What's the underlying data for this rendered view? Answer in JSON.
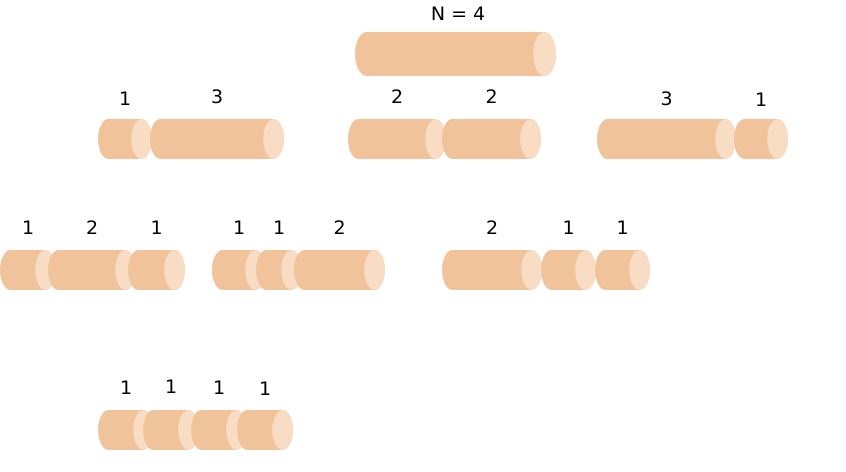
{
  "title": "N = 4",
  "colors": {
    "body": "#f0c39a",
    "cap": "#f8dcc3"
  },
  "partitions": [
    {
      "parts": [
        "4"
      ]
    },
    {
      "parts": [
        "1",
        "3"
      ]
    },
    {
      "parts": [
        "2",
        "2"
      ]
    },
    {
      "parts": [
        "3",
        "1"
      ]
    },
    {
      "parts": [
        "1",
        "2",
        "1"
      ]
    },
    {
      "parts": [
        "1",
        "1",
        "2"
      ]
    },
    {
      "parts": [
        "2",
        "1",
        "1"
      ]
    },
    {
      "parts": [
        "1",
        "1",
        "1",
        "1"
      ]
    }
  ]
}
